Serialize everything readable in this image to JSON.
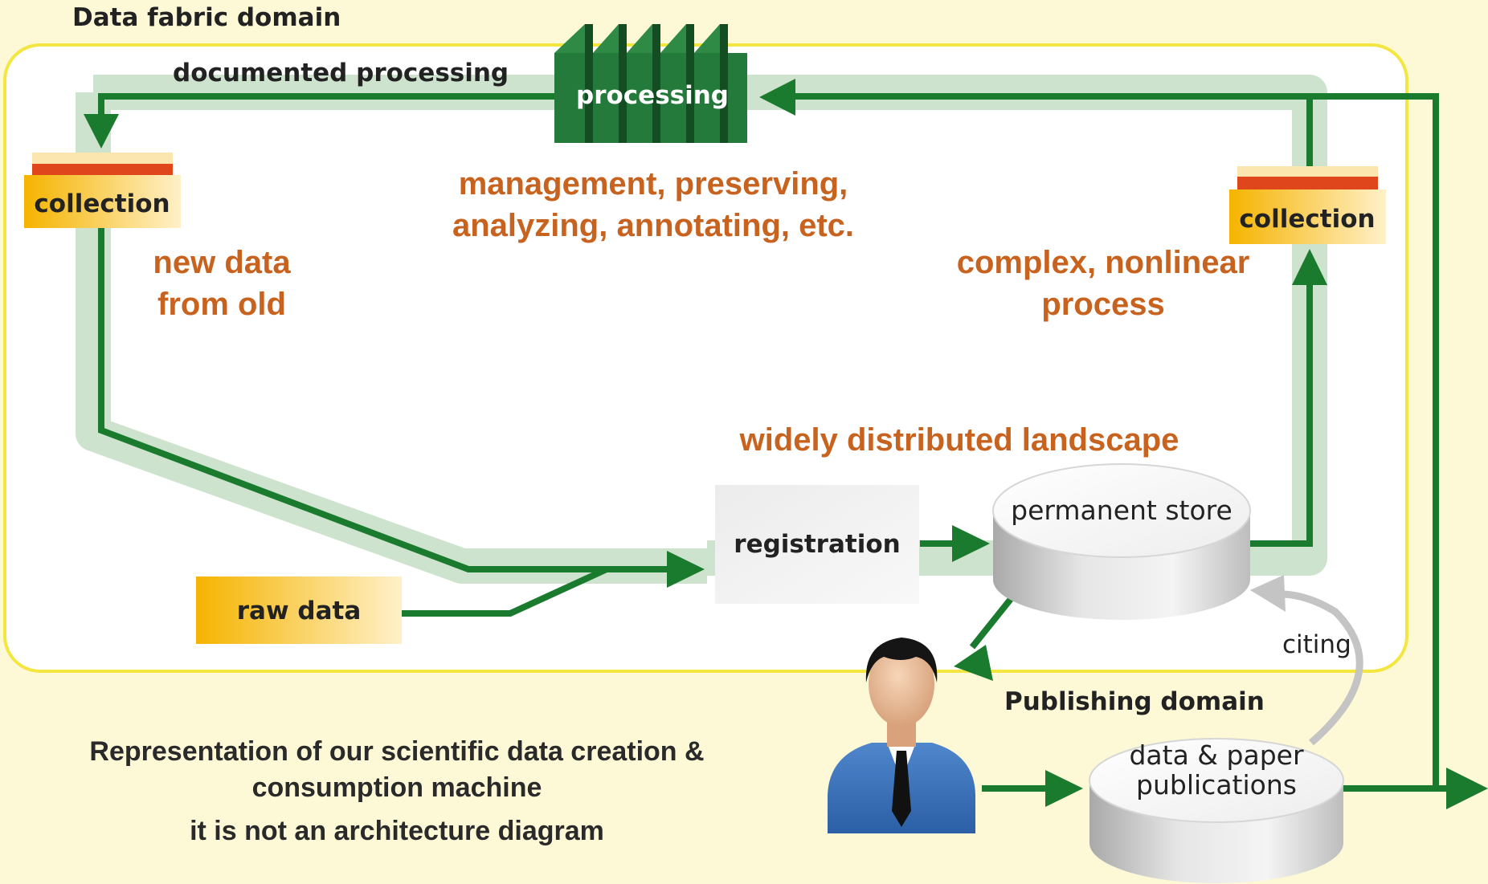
{
  "domains": {
    "data_fabric": "Data fabric domain",
    "publishing": "Publishing domain"
  },
  "nodes": {
    "processing": "processing",
    "collection_left": "collection",
    "collection_right": "collection",
    "raw_data": "raw data",
    "registration": "registration",
    "permanent_store": "permanent store",
    "publications_line1": "data & paper",
    "publications_line2": "publications"
  },
  "flow_labels": {
    "documented_processing": "documented processing",
    "citing": "citing"
  },
  "annotations": {
    "management_line1": "management, preserving,",
    "management_line2": "analyzing, annotating, etc.",
    "new_data_line1": "new data",
    "new_data_line2": "from old",
    "complex_line1": "complex, nonlinear",
    "complex_line2": "process",
    "widely_distributed": "widely distributed landscape"
  },
  "caption": {
    "line1": "Representation of our scientific data creation &",
    "line2": "consumption machine",
    "line3": "it is not an architecture diagram"
  },
  "colors": {
    "background": "#fdf8d6",
    "domain_border": "#f3e640",
    "flow_band": "#cde3cd",
    "arrow_green": "#1a7a2e",
    "processing_green": "#237a3a",
    "annotation_orange": "#c8631f",
    "collection_gold": "#f5b800",
    "citing_gray": "#c4c4c4"
  }
}
